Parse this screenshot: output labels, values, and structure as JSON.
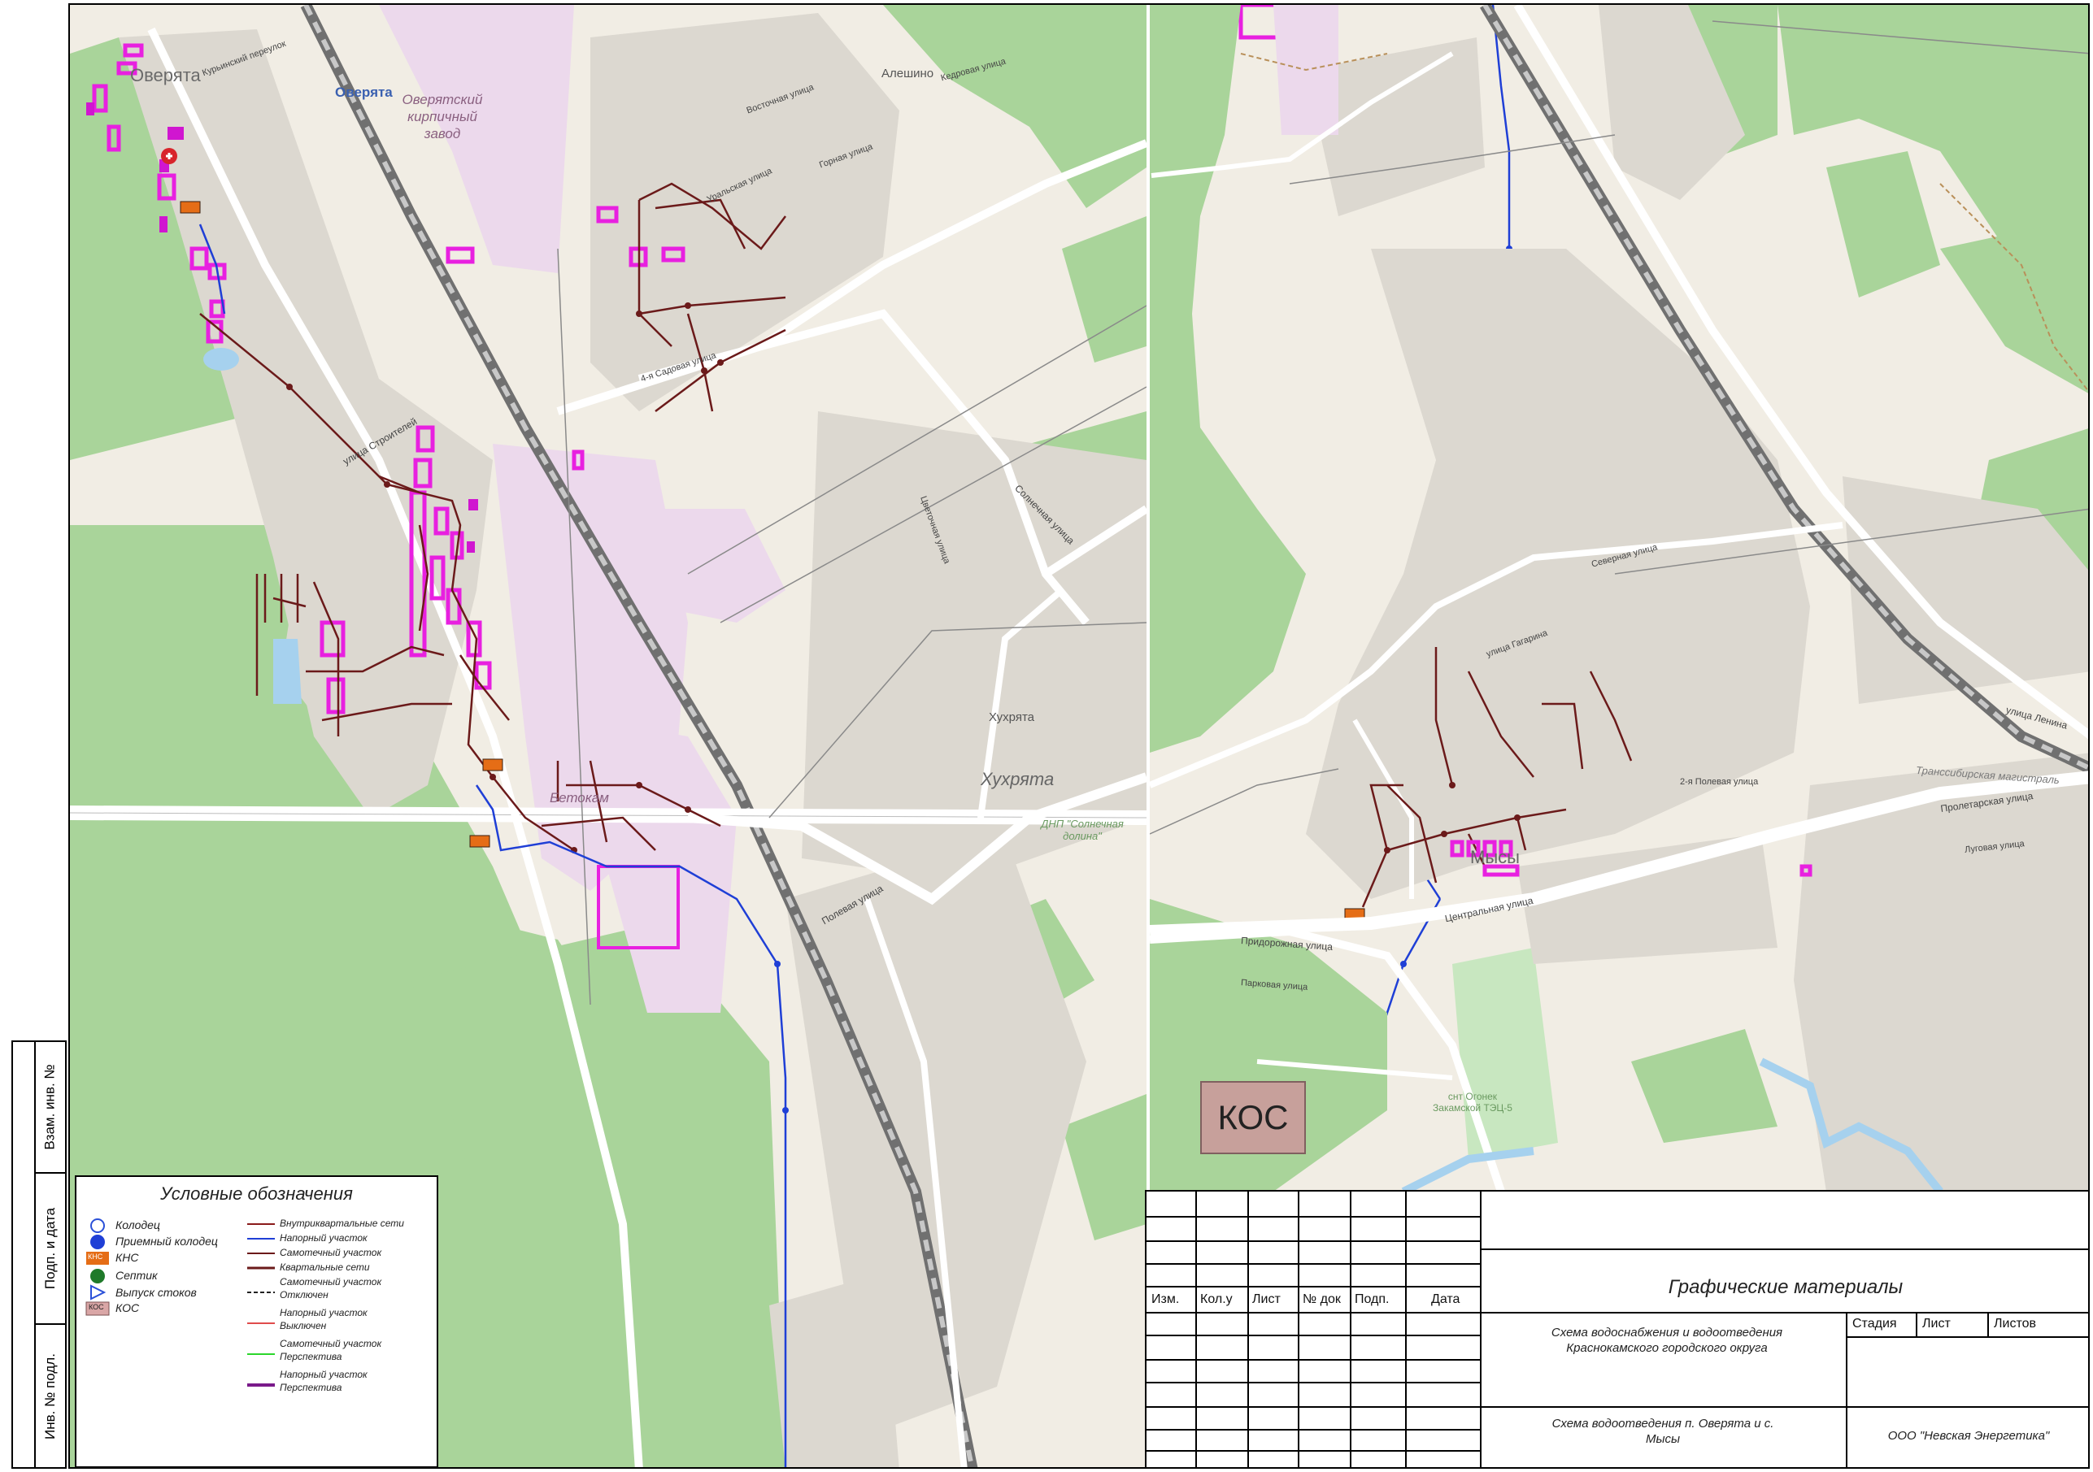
{
  "map": {
    "places": {
      "overyata": "Оверята",
      "overyata_station": "Оверята",
      "brick_factory": "Оверятский кирпичный завод",
      "aleshino": "Алешино",
      "hukhryata_small": "Хухрята",
      "hukhryata": "Хухрята",
      "betokam": "Бетокам",
      "mysy": "Мысы",
      "dnp": "ДНП \"Солнечная долина\"",
      "snt": "снт Огонек Закамской ТЭЦ-5",
      "kos": "КОС"
    },
    "streets": {
      "kuryi": "Курьинский переулок",
      "vostochnaya": "Восточная улица",
      "kedrovaya": "Кедровая улица",
      "gornaya": "Горная улица",
      "uralskaya": "Уральская улица",
      "sadovaya": "4-я Садовая улица",
      "stroiteley": "улица Строителей",
      "solnechnaya": "Солнечная улица",
      "tsvetochnaya": "Цветочная улица",
      "polevaya": "Полевая улица",
      "centralnaya": "Центральная улица",
      "pridorozhnaya": "Придорожная улица",
      "parkovaya": "Парковая улица",
      "severnaya": "Северная улица",
      "gagarina": "улица Гагарина",
      "lenina": "улица Ленина",
      "proletarskaya": "Пролетарская улица",
      "lugovaya": "Луговая улица",
      "polevaya2": "2-я Полевая улица",
      "transsib": "Транссибирская магистраль"
    }
  },
  "legend": {
    "title": "Условные обозначения",
    "left_items": [
      "Колодец",
      "Приемный колодец",
      "КНС",
      "Септик",
      "Выпуск стоков",
      "КОС"
    ],
    "knc_tag": "КНС",
    "kos_tag": "КОС",
    "right_items": [
      "Внутриквартальные сети",
      "Напорный участок",
      "Самотечный участок",
      "Квартальные сети",
      "Самотечный участок",
      "Отключен",
      "Напорный участок",
      "Выключен",
      "Самотечный участок",
      "Перспектива",
      "Напорный участок",
      "Перспектива"
    ]
  },
  "sidestamp": {
    "cells": [
      "Взам. инв. №",
      "Подп. и дата",
      "Инв. № подл."
    ]
  },
  "titleblock": {
    "headers": [
      "Изм.",
      "Кол.у",
      "Лист",
      "№ док",
      "Подп.",
      "Дата"
    ],
    "title": "Графические материалы",
    "project": "Схема водоснабжения и водоотведения Краснокамского городского округа",
    "sheet_name": "Схема водоотведения п. Оверята и с. Мысы",
    "stage": "Стадия",
    "sheet": "Лист",
    "sheets": "Листов",
    "company": "ООО \"Невская Энергетика\""
  },
  "colors": {
    "forest": "#a9d49a",
    "residential": "#dcd8d0",
    "industrial": "#ecd9ec",
    "road": "#ffffff",
    "gravity_line": "#6b1a1a",
    "pressure_line": "#1f3fd6",
    "pink_building": "#e820e0",
    "knc": "#e56d16"
  }
}
